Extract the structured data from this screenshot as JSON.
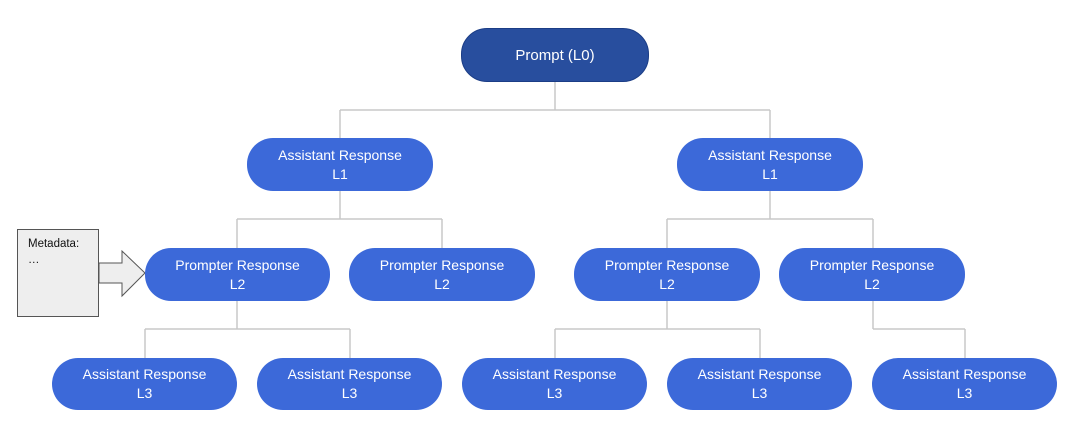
{
  "root": {
    "label": "Prompt (L0)"
  },
  "level1": [
    {
      "title": "Assistant Response",
      "level": "L1"
    },
    {
      "title": "Assistant Response",
      "level": "L1"
    }
  ],
  "level2": [
    {
      "title": "Prompter Response",
      "level": "L2"
    },
    {
      "title": "Prompter Response",
      "level": "L2"
    },
    {
      "title": "Prompter Response",
      "level": "L2"
    },
    {
      "title": "Prompter Response",
      "level": "L2"
    }
  ],
  "level3": [
    {
      "title": "Assistant Response",
      "level": "L3"
    },
    {
      "title": "Assistant Response",
      "level": "L3"
    },
    {
      "title": "Assistant Response",
      "level": "L3"
    },
    {
      "title": "Assistant Response",
      "level": "L3"
    },
    {
      "title": "Assistant Response",
      "level": "L3"
    }
  ],
  "metadata": {
    "label": "Metadata:",
    "value": "…"
  },
  "colors": {
    "node": "#3c69d9",
    "root": "#284e9e",
    "connector": "#c8c8c8",
    "callout_fill": "#eeeeee"
  }
}
